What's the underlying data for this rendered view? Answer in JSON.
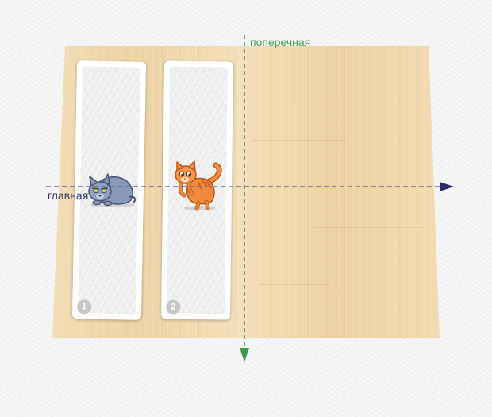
{
  "diagram": {
    "axes": {
      "main": {
        "label": "главная",
        "color": "#2e2a6b"
      },
      "cross": {
        "label": "поперечная",
        "color": "#3f9a4c"
      }
    },
    "boards": [
      {
        "number": "1",
        "cat": "grey-cat-icon",
        "cat_color": "#8a98b8"
      },
      {
        "number": "2",
        "cat": "orange-cat-icon",
        "cat_color": "#f08a3c"
      }
    ],
    "colors": {
      "wood": "#f0d9ae",
      "board": "#ffffff",
      "background": "#f3f3f3"
    }
  }
}
